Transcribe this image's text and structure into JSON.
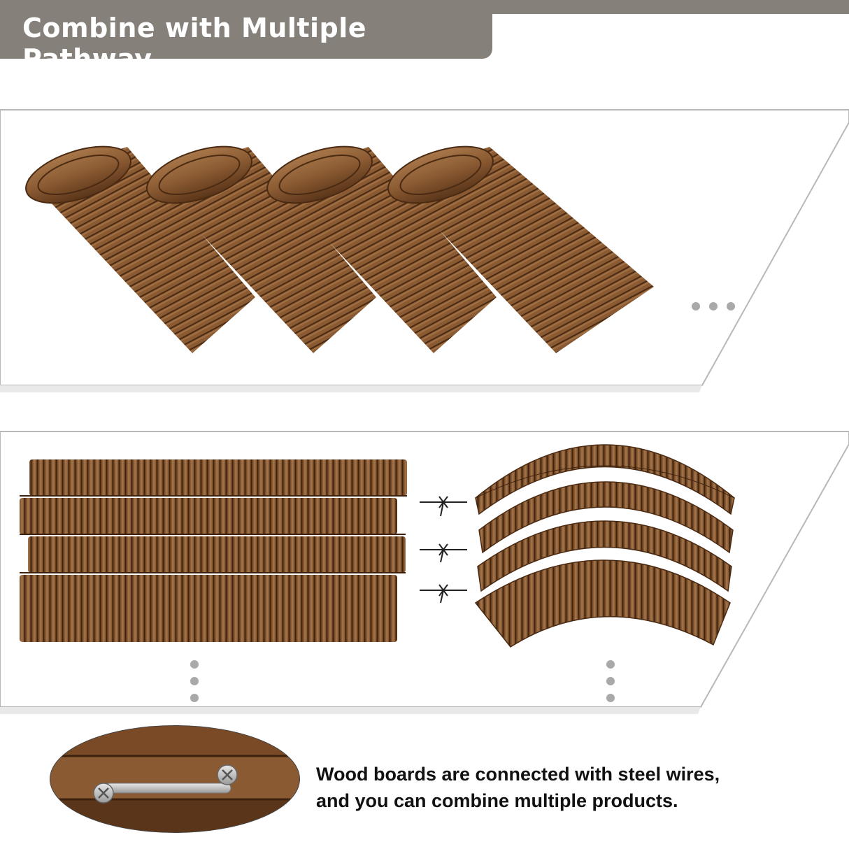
{
  "header": {
    "title": "Combine with Multiple Pathway"
  },
  "caption": {
    "line1": "Wood boards are connected with steel wires,",
    "line2": "and you can combine multiple products."
  },
  "colors": {
    "banner": "#86807a",
    "wood_dark": "#5a3519",
    "wood_mid": "#8a5a32",
    "wood_light": "#a8774a",
    "panel_border": "#b8b8b8",
    "dots": "#a9a9a9"
  },
  "icons": [
    "ellipsis-icon",
    "tied-wire-icon",
    "vertical-ellipsis-icon",
    "screw-icon",
    "steel-wire-icon"
  ]
}
